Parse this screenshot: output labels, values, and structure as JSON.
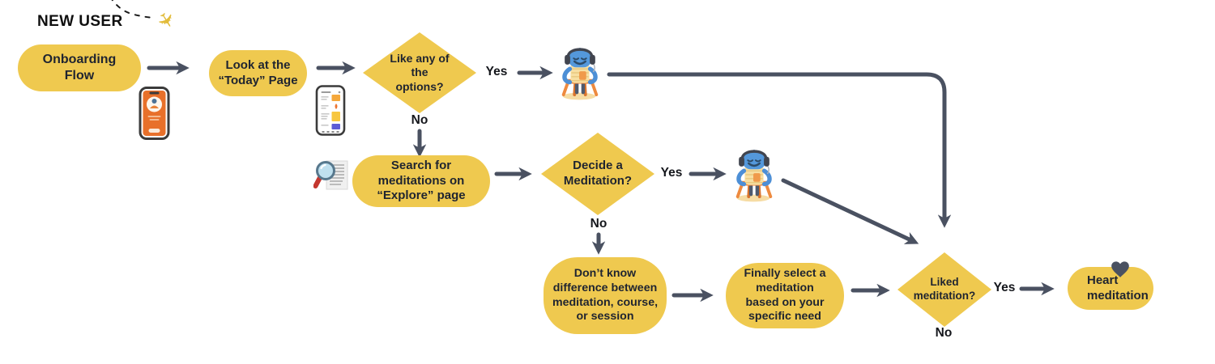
{
  "title": "NEW USER",
  "colors": {
    "node_fill": "#EFC94F",
    "connector": "#4A5161",
    "node_text": "#1F2430",
    "label_text": "#15171C",
    "plane_yellow": "#E2BC3B",
    "monster_blue": "#5498DB",
    "stool_orange": "#EE8A3F",
    "phone_screen_orange": "#E8702A"
  },
  "nodes": {
    "onboarding": {
      "label": "Onboarding Flow"
    },
    "today": {
      "label": "Look at the “Today” Page"
    },
    "like_options": {
      "label": "Like any of the options?"
    },
    "search": {
      "label": "Search for meditations on “Explore” page"
    },
    "decide": {
      "label": "Decide a Meditation?"
    },
    "dont_know": {
      "label": "Don’t know difference between meditation, course, or session"
    },
    "finally_select": {
      "label": "Finally select a meditation based on your specific need"
    },
    "liked": {
      "label": "Liked meditation?"
    },
    "heart": {
      "label": "Heart meditation"
    }
  },
  "edge_labels": {
    "like_yes": "Yes",
    "like_no": "No",
    "decide_yes": "Yes",
    "decide_no": "No",
    "liked_yes": "Yes",
    "liked_no": "No"
  },
  "icons": {
    "plane": "paper-plane-icon",
    "phone_onboarding": "phone-onboarding-screen-icon",
    "phone_today": "phone-today-screen-icon",
    "search_doc": "search-document-icon",
    "listener": "meditating-listener-icon",
    "heart": "heart-icon"
  }
}
